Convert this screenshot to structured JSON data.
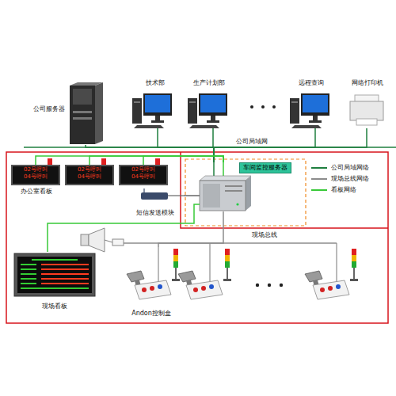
{
  "diagram": {
    "nodes": [
      {
        "text": [
          "公司服务器"
        ]
      },
      {
        "text": [
          "技术部"
        ]
      },
      {
        "text": [
          "生产计划部"
        ]
      },
      {
        "text": [
          "远程查询"
        ]
      },
      {
        "text": [
          "网络打印机"
        ]
      },
      {
        "text": [
          "02号呼叫",
          "04号呼叫"
        ]
      },
      {
        "text": [
          "02号呼叫",
          "04号呼叫"
        ]
      },
      {
        "text": [
          "02号呼叫",
          "04号呼叫"
        ]
      },
      {
        "text": [
          "车间监控服务器"
        ]
      },
      {
        "text": [
          "短信发送模块"
        ]
      },
      {
        "text": [
          "现场看板"
        ]
      },
      {
        "text": [
          "Andon控制盒"
        ]
      }
    ],
    "edges": [
      {
        "from": 8,
        "to": 0,
        "arrow": "none"
      },
      {
        "from": 8,
        "to": 1,
        "arrow": "none"
      },
      {
        "from": 8,
        "to": 2,
        "arrow": "none"
      },
      {
        "from": 8,
        "to": 3,
        "arrow": "none"
      },
      {
        "from": 8,
        "to": 4,
        "arrow": "none"
      },
      {
        "from": 8,
        "to": 5,
        "arrow": "none"
      },
      {
        "from": 8,
        "to": 6,
        "arrow": "none"
      },
      {
        "from": 8,
        "to": 7,
        "arrow": "none"
      },
      {
        "from": 8,
        "to": 9,
        "arrow": "none"
      },
      {
        "from": 8,
        "to": 10,
        "arrow": "none"
      },
      {
        "from": 8,
        "to": 11,
        "arrow": "none"
      }
    ],
    "labels": [
      "公司局域网",
      "办公室看板",
      "现场总线"
    ],
    "legend": [
      {
        "text": "公司局域网络"
      },
      {
        "text": "现场总线网络"
      },
      {
        "text": "看板网络"
      }
    ]
  }
}
